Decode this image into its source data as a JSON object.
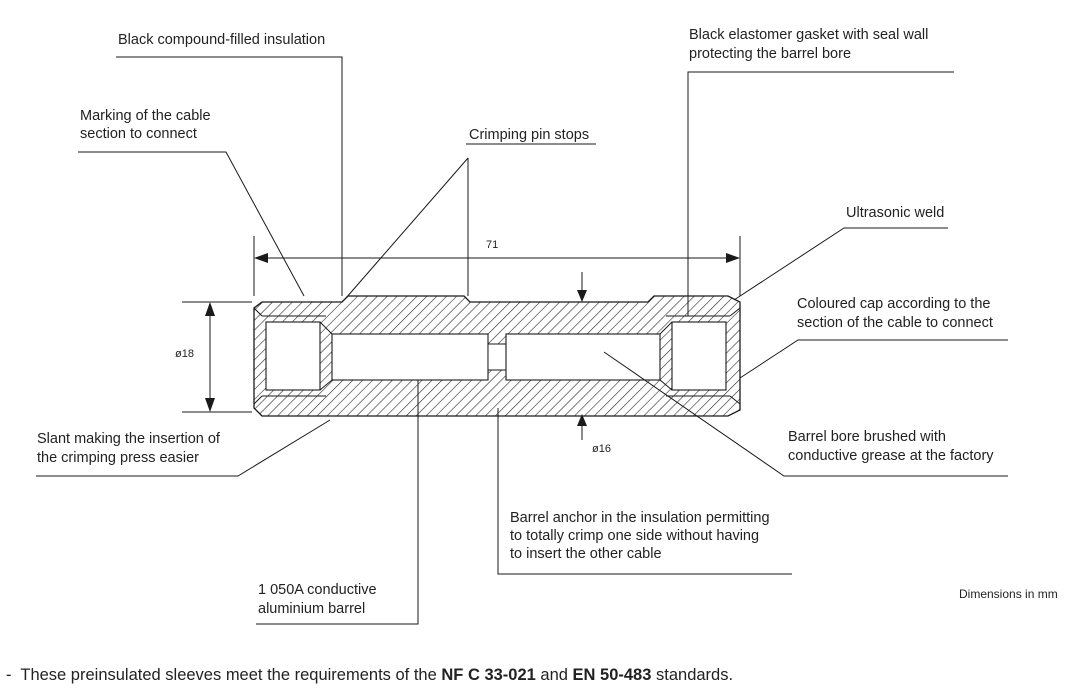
{
  "labels": {
    "insulation": "Black compound-filled insulation",
    "gasket_l1": "Black elastomer gasket with seal wall",
    "gasket_l2": "protecting the barrel bore",
    "marking_l1": "Marking of the cable",
    "marking_l2": "section to connect",
    "pin_stops": "Crimping pin stops",
    "weld": "Ultrasonic weld",
    "cap_l1": "Coloured cap according to the",
    "cap_l2": "section of the cable to connect",
    "slant_l1": "Slant making the insertion of",
    "slant_l2": "the crimping press easier",
    "grease_l1": "Barrel bore brushed with",
    "grease_l2": "conductive grease at the factory",
    "anchor_l1": "Barrel anchor in the insulation permitting",
    "anchor_l2": "to totally crimp one side without having",
    "anchor_l3": "to insert the other cable",
    "barrel_l1": "1 050A conductive",
    "barrel_l2": "aluminium barrel"
  },
  "dimensions": {
    "length": "71",
    "outer_diameter": "ø18",
    "inner_diameter": "ø16",
    "units_note": "Dimensions in mm"
  },
  "footnote": {
    "prefix": "-  These preinsulated sleeves meet the requirements of the ",
    "std1": "NF C 33-021",
    "mid": " and ",
    "std2": "EN 50-483",
    "suffix": " standards."
  }
}
